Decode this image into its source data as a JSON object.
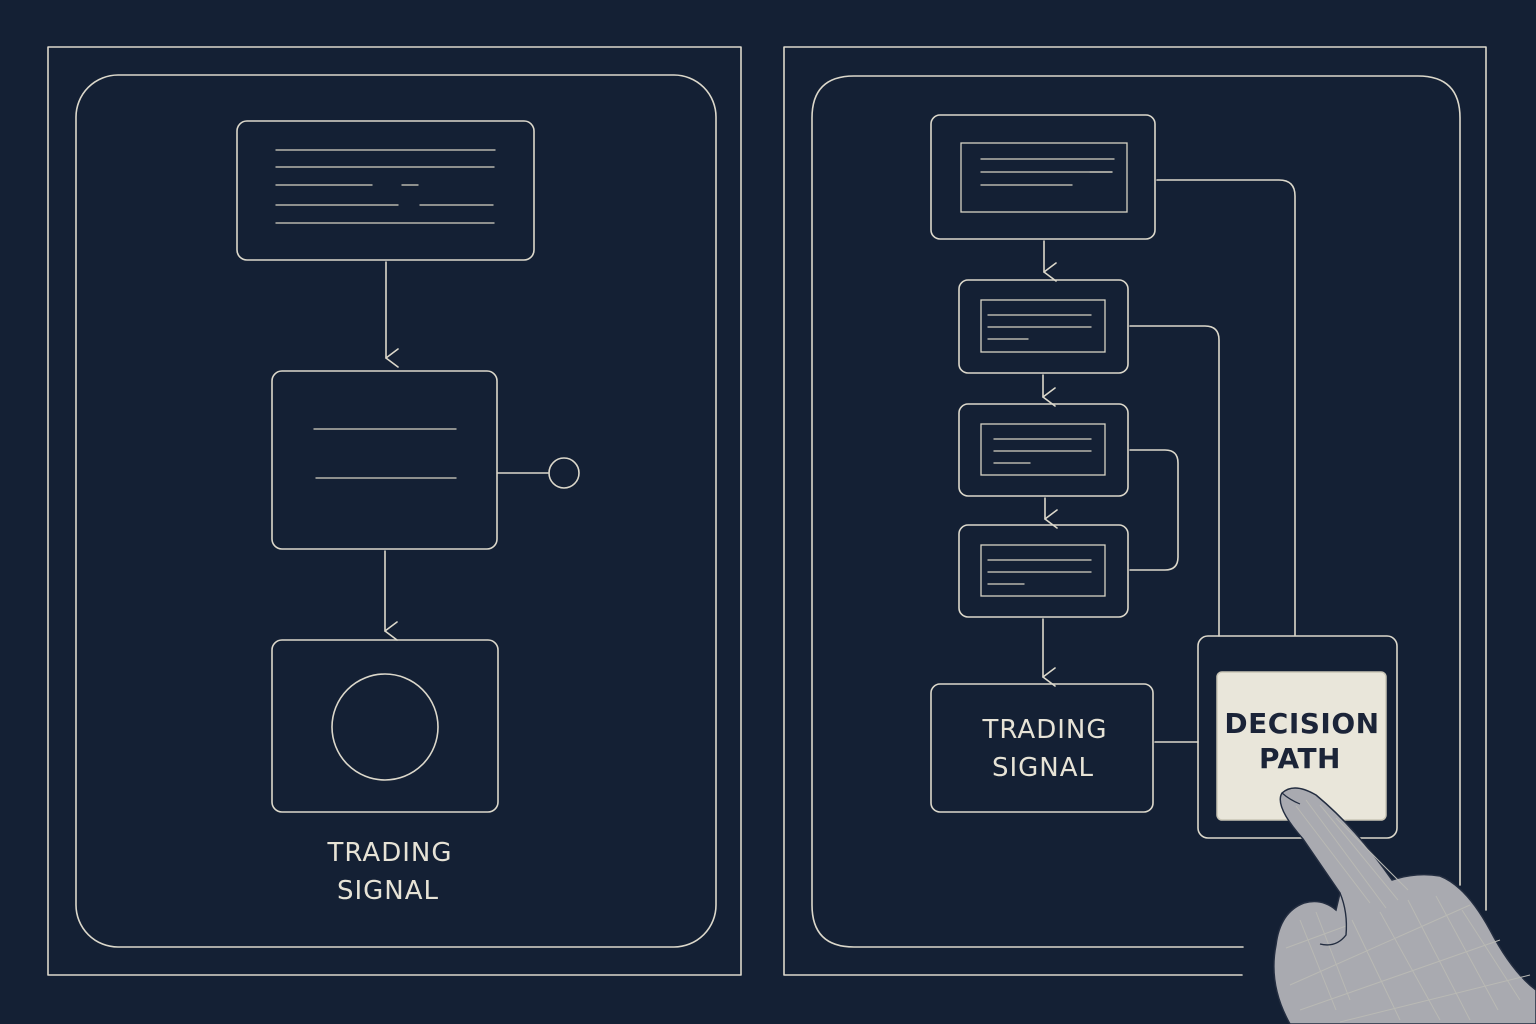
{
  "left_panel": {
    "output_label": [
      "TRADING",
      "SIGNAL"
    ]
  },
  "right_panel": {
    "output_label": [
      "TRADING",
      "SIGNAL"
    ],
    "decision_button": [
      "DECISION",
      "PATH"
    ]
  },
  "colors": {
    "background": "#142034",
    "line": "#dcd8cb",
    "button_fill": "#e9e6da",
    "button_text": "#1b2438"
  }
}
